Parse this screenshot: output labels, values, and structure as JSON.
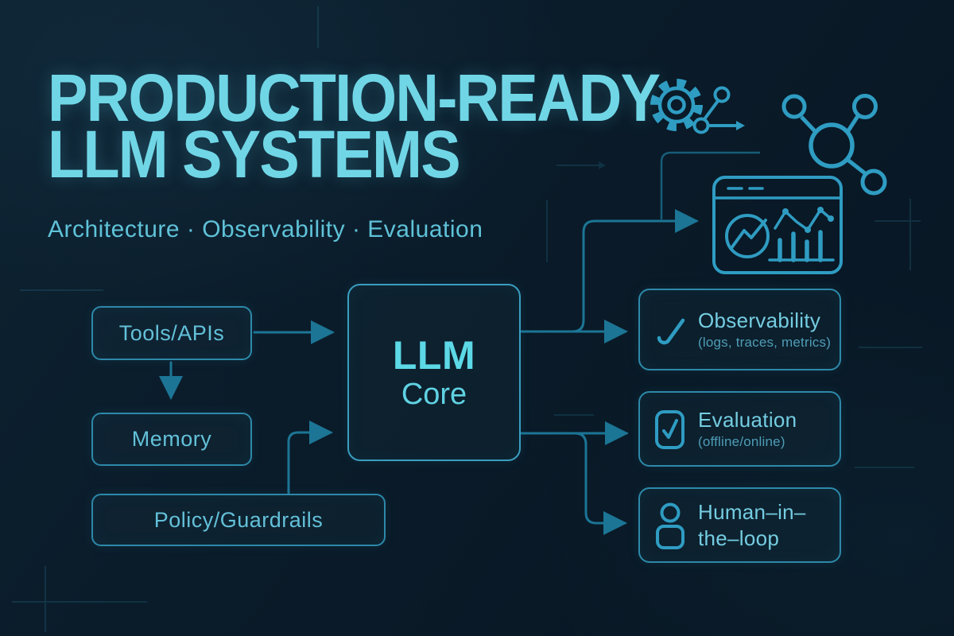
{
  "title": {
    "line1": "PRODUCTION-READY",
    "line2": "LLM SYSTEMS",
    "subtitle": "Architecture · Observability · Evaluation"
  },
  "nodes": {
    "tools": {
      "label": "Tools/APIs"
    },
    "memory": {
      "label": "Memory"
    },
    "policy": {
      "label": "Policy/Guardrails"
    },
    "core": {
      "title": "LLM",
      "subtitle": "Core"
    },
    "observability": {
      "title": "Observability",
      "subtitle": "(logs, traces, metrics)"
    },
    "evaluation": {
      "title": "Evaluation",
      "subtitle": "(offline/online)"
    },
    "human_in_the_loop": {
      "title_line1": "Human–in–",
      "title_line2": "the–loop"
    }
  },
  "icons": {
    "top_right": [
      "gear-icon",
      "flow-nodes-arrow-icon",
      "network-hub-icon",
      "dashboard-chart-icon"
    ],
    "observability": "check-icon",
    "evaluation": "checkbox-check-icon",
    "human_in_the_loop": "person-icon"
  },
  "colors": {
    "background": "#0a1b29",
    "title_accent": "#70d6e6",
    "core_text": "#5cd8e6",
    "box_border": "#2d89a9",
    "box_text": "#63c0d8",
    "connector": "#1d7a9b",
    "icon_stroke": "#2f9cc2",
    "secondary_text": "#4e9db6"
  }
}
